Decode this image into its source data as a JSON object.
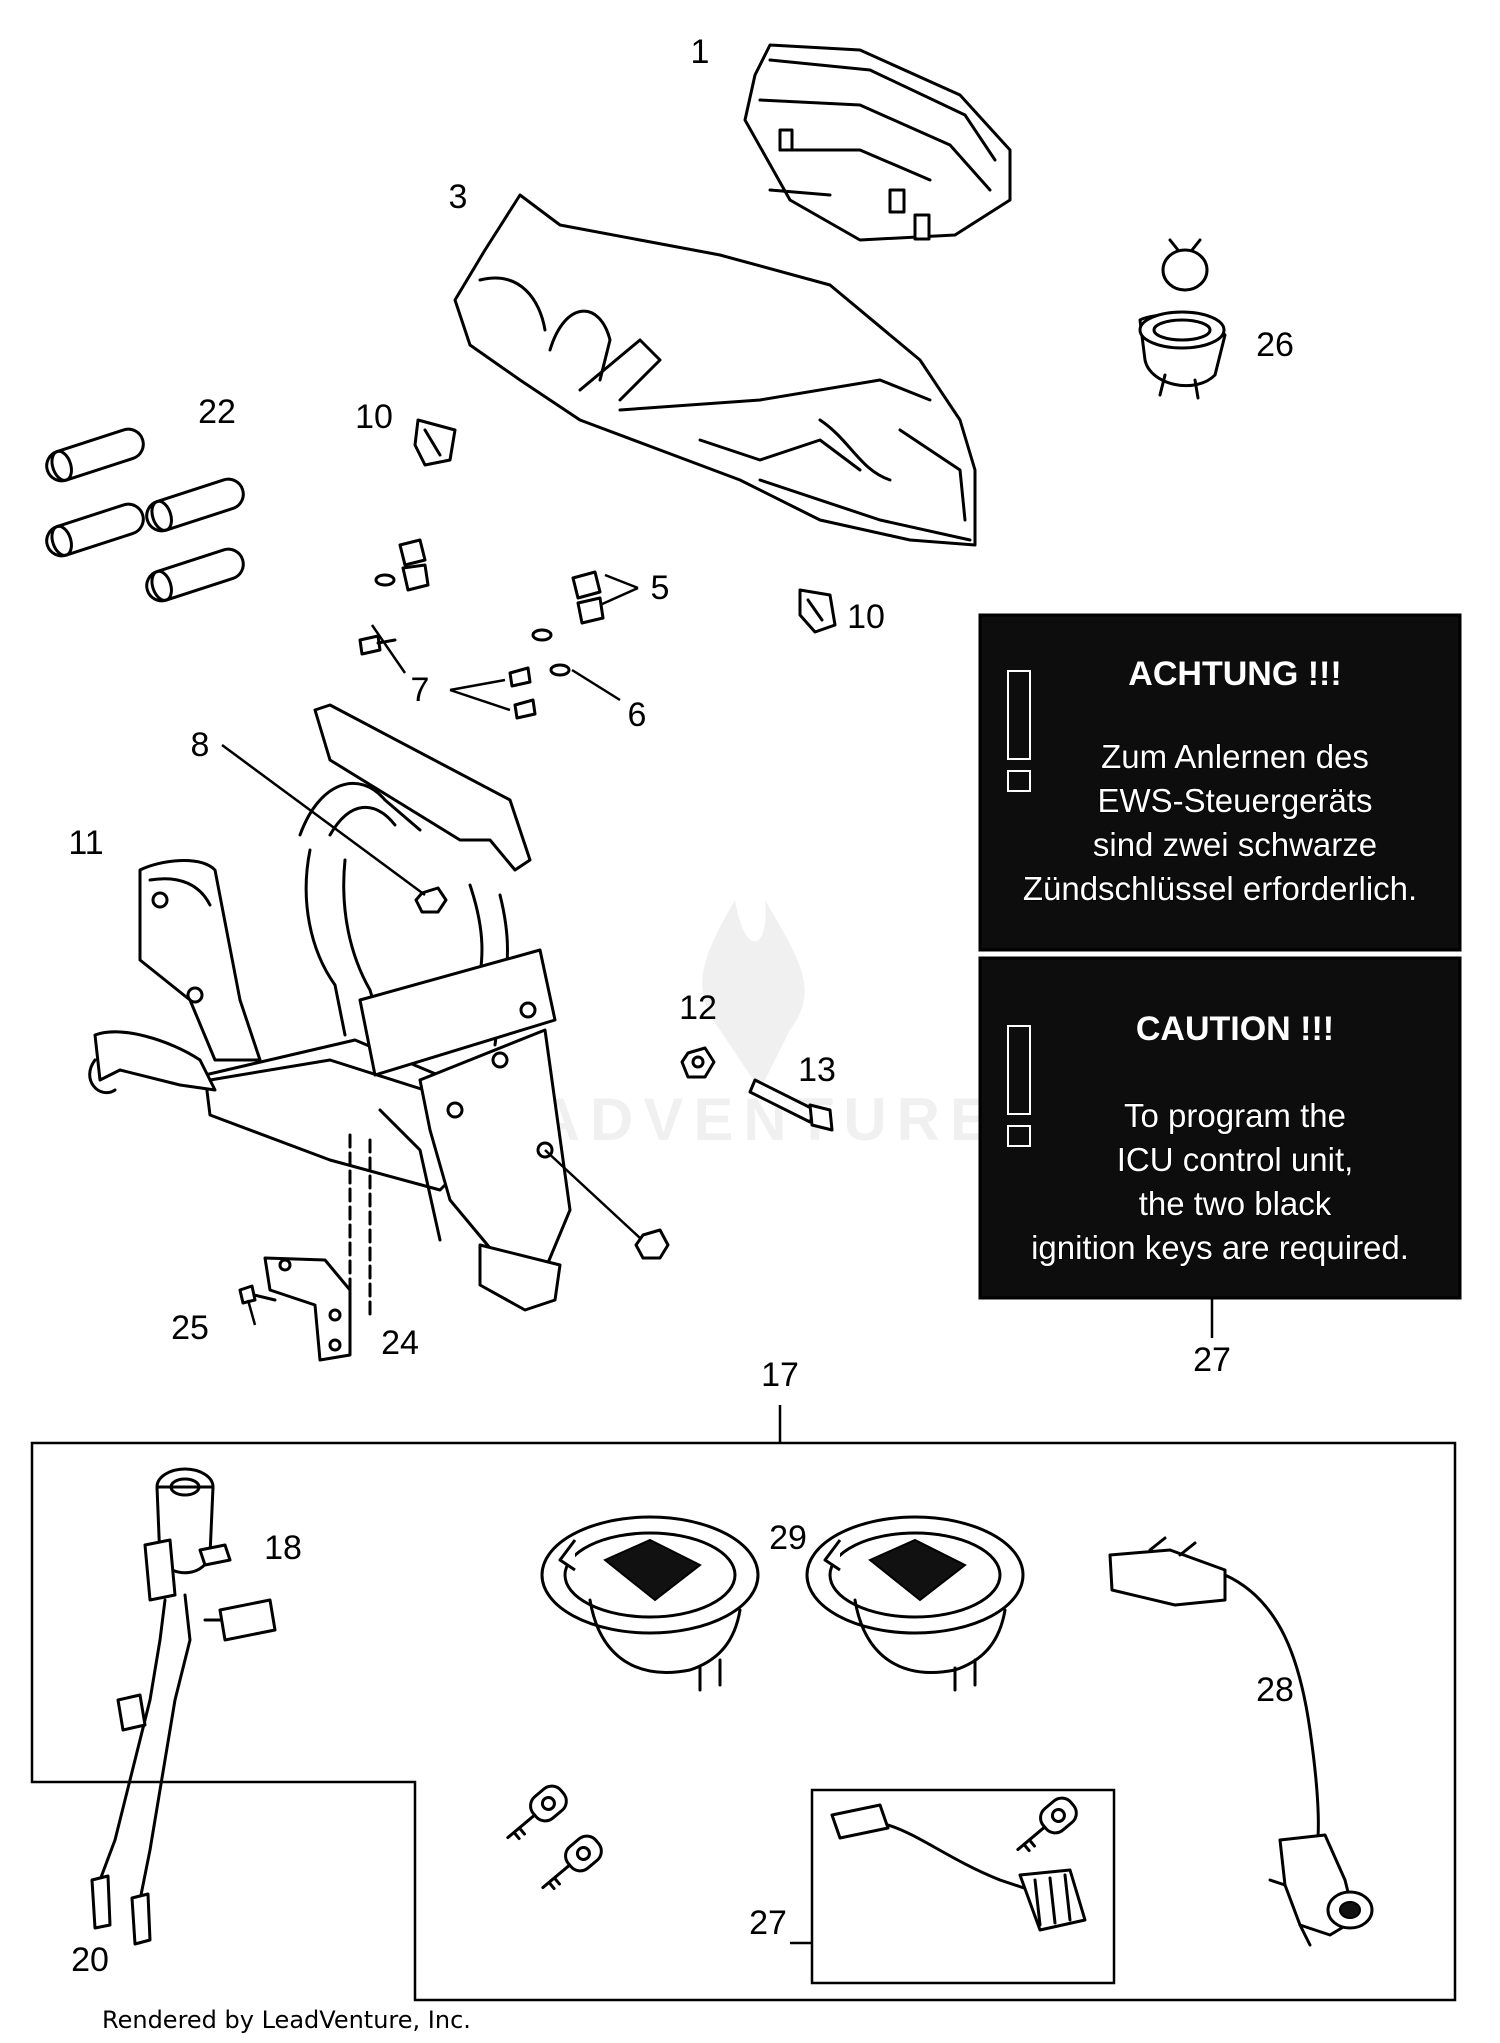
{
  "callouts": [
    {
      "id": "1",
      "label": "1"
    },
    {
      "id": "3",
      "label": "3"
    },
    {
      "id": "26",
      "label": "26"
    },
    {
      "id": "22",
      "label": "22"
    },
    {
      "id": "10a",
      "label": "10"
    },
    {
      "id": "10b",
      "label": "10"
    },
    {
      "id": "5",
      "label": "5"
    },
    {
      "id": "7",
      "label": "7"
    },
    {
      "id": "6",
      "label": "6"
    },
    {
      "id": "8",
      "label": "8"
    },
    {
      "id": "11",
      "label": "11"
    },
    {
      "id": "12",
      "label": "12"
    },
    {
      "id": "13",
      "label": "13"
    },
    {
      "id": "25",
      "label": "25"
    },
    {
      "id": "24",
      "label": "24"
    },
    {
      "id": "27a",
      "label": "27"
    },
    {
      "id": "17",
      "label": "17"
    },
    {
      "id": "18",
      "label": "18"
    },
    {
      "id": "29",
      "label": "29"
    },
    {
      "id": "28",
      "label": "28"
    },
    {
      "id": "20",
      "label": "20"
    },
    {
      "id": "27b",
      "label": "27"
    }
  ],
  "warning_label": {
    "german": {
      "heading": "ACHTUNG !!!",
      "lines": [
        "Zum Anlernen des",
        "EWS-Steuergeräts",
        "sind zwei schwarze",
        "Zündschlüssel erforderlich."
      ]
    },
    "english": {
      "heading": "CAUTION !!!",
      "lines": [
        "To program the",
        "ICU control unit,",
        "the two black",
        "ignition keys are required."
      ]
    }
  },
  "watermark": "LEADVENTURE",
  "credit": "Rendered by LeadVenture, Inc."
}
